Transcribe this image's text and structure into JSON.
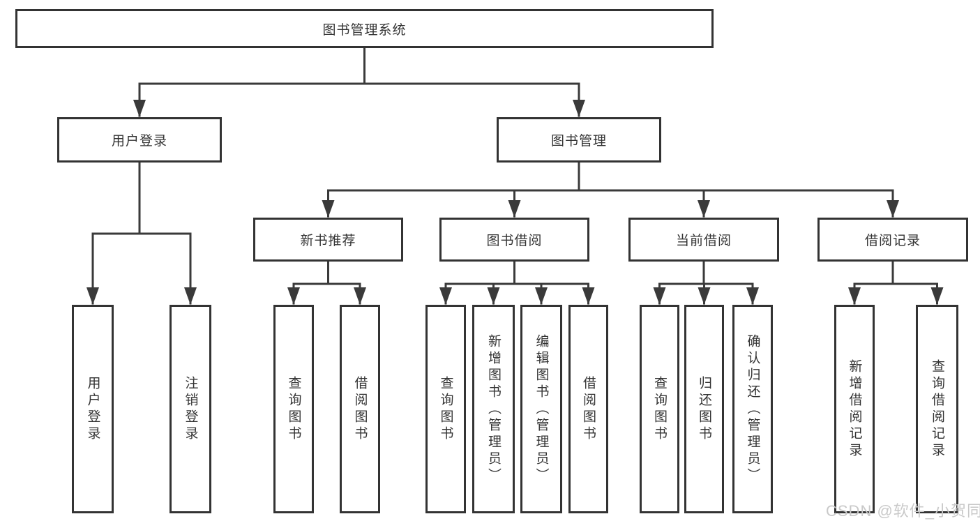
{
  "diagram": {
    "root": {
      "label": "图书管理系统"
    },
    "level2": [
      {
        "label": "用户登录"
      },
      {
        "label": "图书管理"
      }
    ],
    "level3": [
      {
        "label": "新书推荐"
      },
      {
        "label": "图书借阅"
      },
      {
        "label": "当前借阅"
      },
      {
        "label": "借阅记录"
      }
    ],
    "leaves": {
      "user_login": [
        {
          "label": "用户登录"
        },
        {
          "label": "注销登录"
        }
      ],
      "new_book_rec": [
        {
          "label": "查询图书"
        },
        {
          "label": "借阅图书"
        }
      ],
      "book_borrow": [
        {
          "label": "查询图书"
        },
        {
          "label": "新增图书（管理员）"
        },
        {
          "label": "编辑图书（管理员）"
        },
        {
          "label": "借阅图书"
        }
      ],
      "current_borrow": [
        {
          "label": "查询图书"
        },
        {
          "label": "归还图书"
        },
        {
          "label": "确认归还（管理员）"
        }
      ],
      "borrow_records": [
        {
          "label": "新增借阅记录"
        },
        {
          "label": "查询借阅记录"
        }
      ]
    }
  },
  "watermark": {
    "text": "CSDN @软件_小贺同学"
  },
  "colors": {
    "line": "#3a3a3a",
    "box_border": "#333333",
    "box_fill": "#ffffff",
    "text": "#333333",
    "watermark": "#c9c9c9"
  }
}
